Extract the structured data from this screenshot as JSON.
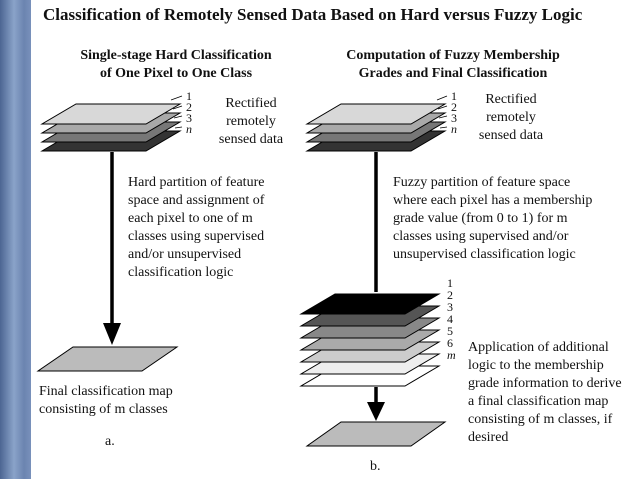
{
  "title": "Classification of Remotely Sensed Data Based on Hard versus Fuzzy Logic",
  "panel_a": {
    "heading_line1": "Single-stage Hard Classification",
    "heading_line2": "of One Pixel to One Class",
    "layer_labels": [
      "1",
      "2",
      "3",
      "n"
    ],
    "input_line1": "Rectified",
    "input_line2": "remotely",
    "input_line3": "sensed data",
    "process_lines": [
      "Hard partition of feature",
      "space and assignment of",
      "each pixel to one of m",
      "classes using supervised",
      "and/or unsupervised",
      "classification logic"
    ],
    "output_line1": "Final classification map",
    "output_line2": "consisting of m classes",
    "caption": "a."
  },
  "panel_b": {
    "heading_line1": "Computation of Fuzzy Membership",
    "heading_line2": "Grades and Final Classification",
    "layer_labels": [
      "1",
      "2",
      "3",
      "n"
    ],
    "input_line1": "Rectified",
    "input_line2": "remotely",
    "input_line3": "sensed data",
    "process_lines": [
      "Fuzzy partition of feature space",
      "where each pixel has a membership",
      "grade value (from 0 to 1) for m",
      "classes using supervised and/or",
      "unsupervised classification logic"
    ],
    "membership_labels": [
      "1",
      "2",
      "3",
      "4",
      "5",
      "6",
      "m"
    ],
    "final_lines": [
      "Application of additional",
      "logic to the membership",
      "grade information to derive",
      "a final classification map",
      "consisting of m classes, if",
      "desired"
    ],
    "caption": "b."
  }
}
